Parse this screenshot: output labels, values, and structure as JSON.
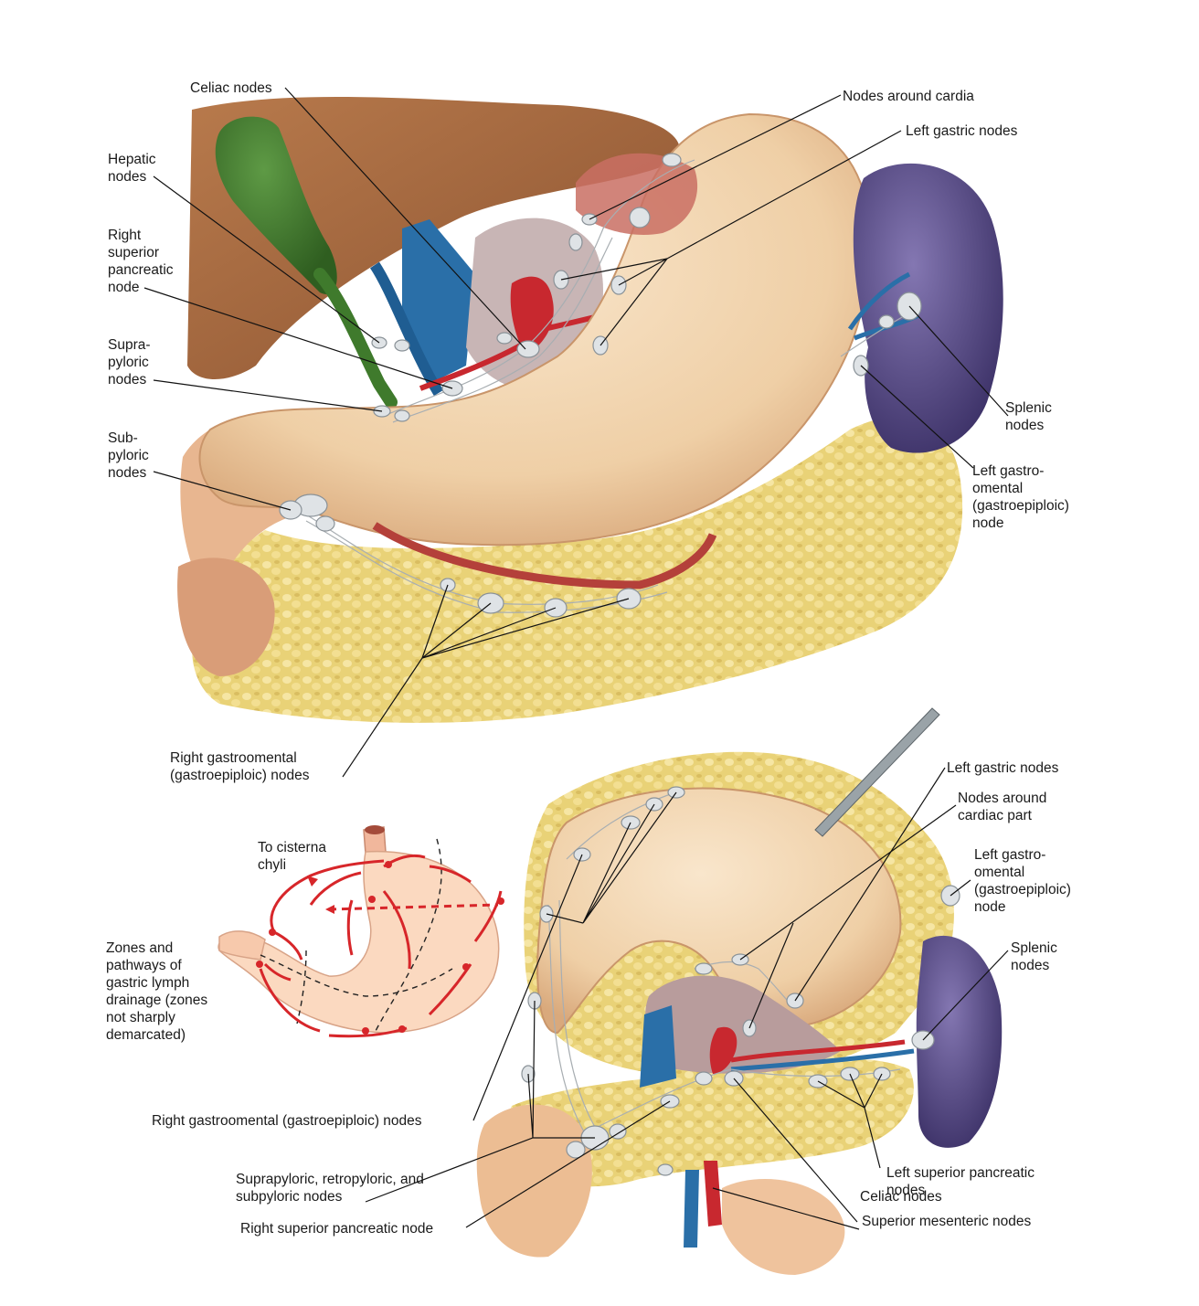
{
  "figure": {
    "top_view_labels": {
      "celiac_nodes": "Celiac nodes",
      "hepatic_nodes": "Hepatic\nnodes",
      "right_superior_pancreatic_node": "Right\nsuperior\npancreatic\nnode",
      "suprapyloric_nodes": "Supra-\npyloric\nnodes",
      "subpyloric_nodes": "Sub-\npyloric\nnodes",
      "nodes_around_cardia": "Nodes around cardia",
      "left_gastric_nodes": "Left gastric nodes",
      "splenic_nodes": "Splenic\nnodes",
      "left_gastroomental_node": "Left gastro-\nomental\n(gastroepiploic)\nnode",
      "right_gastroomental_nodes": "Right gastroomental\n(gastroepiploic) nodes"
    },
    "inset_labels": {
      "to_cisterna_chyli": "To cisterna\nchyli",
      "zones_caption": "Zones and\npathways of\ngastric lymph\ndrainage (zones\nnot sharply\ndemarcated)"
    },
    "bottom_view_labels": {
      "left_gastric_nodes": "Left gastric nodes",
      "nodes_around_cardiac_part": "Nodes around\ncardiac part",
      "left_gastroomental_node": "Left gastro-\nomental\n(gastroepiploic)\nnode",
      "splenic_nodes": "Splenic\nnodes",
      "right_gastroomental_nodes": "Right gastroomental (gastroepiploic) nodes",
      "pyloric_nodes": "Suprapyloric, retropyloric, and\nsubpyloric nodes",
      "right_superior_pancreatic_node": "Right superior pancreatic node",
      "left_superior_pancreatic_nodes": "Left superior pancreatic\nnodes",
      "celiac_nodes": "Celiac nodes",
      "superior_mesenteric_nodes": "Superior mesenteric nodes"
    },
    "colors": {
      "stomach": "#f3d6b4",
      "liver": "#a8693f",
      "gallbladder": "#3f7a2c",
      "spleen": "#5b4e86",
      "omentum": "#e8cf6a",
      "vein": "#2a6fa8",
      "artery": "#c8282f",
      "lymph_node": "#dfe3e6",
      "drainage_arrows": "#d7262a",
      "inset_stomach": "#fbd9c0"
    }
  }
}
